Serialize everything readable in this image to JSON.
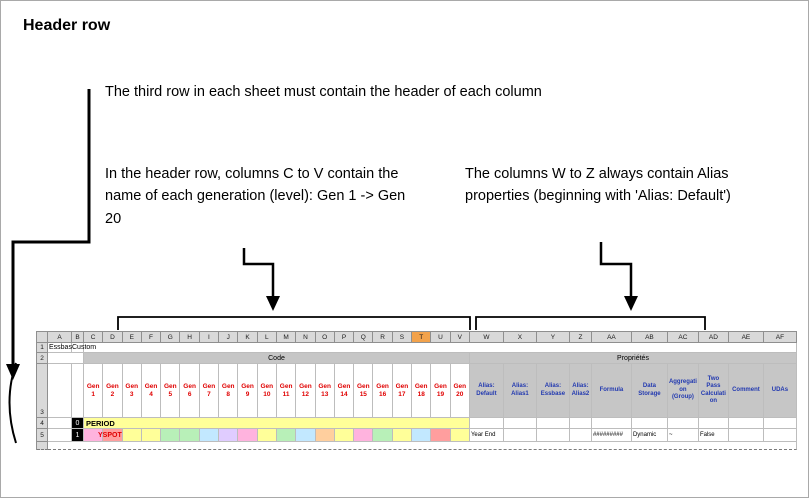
{
  "page": {
    "title": "Header row",
    "notes": {
      "note1": "The third row in each sheet must contain the header of each column",
      "note2": "In the header row, columns C to V contain the name of each generation (level): Gen 1 -> Gen 20",
      "note3": "The columns W to Z always contain Alias properties (beginning with 'Alias: Default')"
    }
  },
  "sheet": {
    "column_letters": [
      "A",
      "B",
      "C",
      "D",
      "E",
      "F",
      "G",
      "H",
      "I",
      "J",
      "K",
      "L",
      "M",
      "N",
      "O",
      "P",
      "Q",
      "R",
      "S",
      "T",
      "U",
      "V",
      "W",
      "X",
      "Y",
      "Z",
      "AA",
      "AB",
      "AC",
      "AD",
      "AE",
      "AF"
    ],
    "highlighted_column": "T",
    "row_numbers": [
      "1",
      "2",
      "3",
      "4",
      "5"
    ],
    "row1": {
      "a": "Essbase",
      "b": "Custom"
    },
    "row2": {
      "code_band": "Code",
      "properties_band": "Propriétés"
    },
    "row3": {
      "gen_headers": [
        "Gen 1",
        "Gen 2",
        "Gen 3",
        "Gen 4",
        "Gen 5",
        "Gen 6",
        "Gen 7",
        "Gen 8",
        "Gen 9",
        "Gen 10",
        "Gen 11",
        "Gen 12",
        "Gen 13",
        "Gen 14",
        "Gen 15",
        "Gen 16",
        "Gen 17",
        "Gen 18",
        "Gen 19",
        "Gen 20"
      ],
      "alias_headers": [
        "Alias: Default",
        "Alias: Alias1",
        "Alias: Essbase",
        "Alias: Alias2",
        "Formula",
        "Data Storage",
        "Aggregation (Group)",
        "Two Pass Calculation",
        "Comment",
        "UDAs"
      ]
    },
    "row4": {
      "flag": "0",
      "label": "PERIOD"
    },
    "row5": {
      "flag": "1",
      "member": "YSPOT",
      "values": {
        "w": "Year End",
        "aa": "#########",
        "ab": "Dynamic",
        "ac": "~",
        "ad": "False"
      },
      "cell_colors": [
        "#ffb3de",
        "#ff9e9e",
        "#ffff99",
        "#ffff99",
        "#b8f0b8",
        "#b8f0b8",
        "#c2e8ff",
        "#e0ccff",
        "#ffb3de",
        "#ffff99",
        "#b8f0b8",
        "#c2e8ff",
        "#ffcf9e",
        "#ffff99",
        "#ffb3de",
        "#b8f0b8",
        "#ffff99",
        "#c2e8ff",
        "#ff9e9e",
        "#ffff99"
      ]
    },
    "colors": {
      "header_bg": "#d9d9d9",
      "band_bg": "#c6c6c6",
      "selected_col_bg": "#f2a24b",
      "gen_text": "#e00000",
      "alias_text": "#2239b0",
      "period_bg": "#ffff99",
      "flag_bg": "#000000",
      "flag_text": "#ffffff"
    }
  }
}
